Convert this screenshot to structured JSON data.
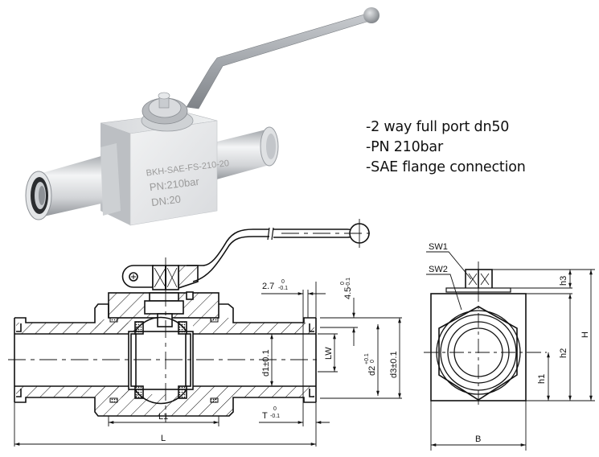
{
  "specs": {
    "items": [
      "-2 way full port dn50",
      "-PN 210bar",
      "-SAE flange connection"
    ]
  },
  "product_photo": {
    "engraving": {
      "model": "BKH-SAE-FS-210-20",
      "pressure": "PN:210bar",
      "nominal_diameter": "DN:20"
    }
  },
  "section_view": {
    "dimensions": {
      "groove_width": {
        "label": "2.7",
        "upper_tol": "0",
        "lower_tol": "-0.1"
      },
      "groove_depth": {
        "label": "4.5",
        "upper_tol": "0",
        "lower_tol": "-0.1"
      },
      "d1": "d1±0.1",
      "lw": "LW",
      "d2": {
        "label": "d2",
        "upper_tol": "+0.1",
        "lower_tol": "0"
      },
      "d3": "d3±0.1",
      "l1": "L1",
      "l": "L",
      "t": {
        "label": "T",
        "upper_tol": "0",
        "lower_tol": "-0.1"
      }
    }
  },
  "end_view": {
    "labels": {
      "sw1": "SW1",
      "sw2": "SW2",
      "h3": "h3",
      "h2": "h2",
      "h1": "h1",
      "H": "H",
      "B": "B"
    }
  },
  "colors": {
    "line": "#111111",
    "steel_light": "#e9eaec",
    "steel_mid": "#c4c7cb",
    "steel_dark": "#8d9196"
  }
}
